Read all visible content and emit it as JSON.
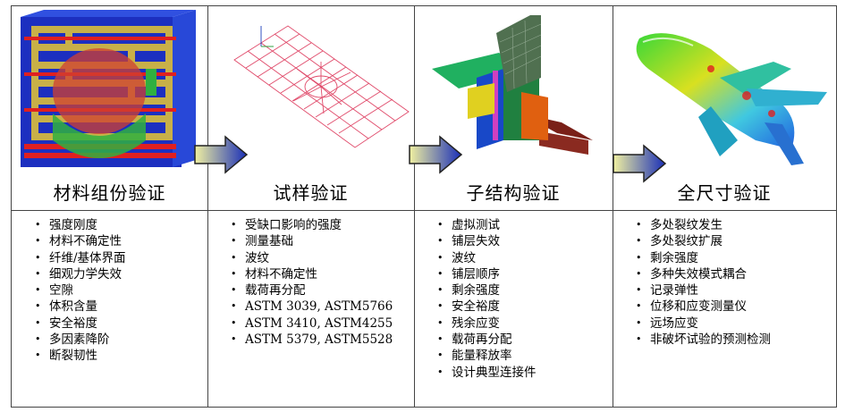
{
  "stages": [
    {
      "title": "材料组份验证",
      "items": [
        "强度刚度",
        "材料不确定性",
        "纤维/基体界面",
        "细观力学失效",
        "空隙",
        "体积含量",
        "安全裕度",
        "多因素降阶",
        "断裂韧性"
      ]
    },
    {
      "title": "试样验证",
      "items": [
        "受缺口影响的强度",
        "测量基础",
        "波纹",
        "材料不确定性",
        "载荷再分配",
        "ASTM 3039, ASTM5766",
        "ASTM 3410, ASTM4255",
        "ASTM 5379, ASTM5528"
      ]
    },
    {
      "title": "子结构验证",
      "items": [
        "虚拟测试",
        "铺层失效",
        "波纹",
        "铺层顺序",
        "剩余强度",
        "安全裕度",
        "残余应变",
        "载荷再分配",
        "能量释放率",
        "设计典型连接件"
      ]
    },
    {
      "title": "全尺寸验证",
      "items": [
        "多处裂纹发生",
        "多处裂纹扩展",
        "剩余强度",
        "多种失效模式耦合",
        "记录弹性",
        "位移和应变测量仪",
        "远场应变",
        "非破坏试验的预测检测"
      ]
    }
  ],
  "colors": {
    "border": "#444444",
    "arrow_fill_start": "#f0f0a0",
    "arrow_fill_end": "#1a2fb8"
  },
  "icons": [
    "material-model-image",
    "coupon-mesh-image",
    "substructure-model-image",
    "full-scale-aircraft-image",
    "arrow-right-icon"
  ]
}
